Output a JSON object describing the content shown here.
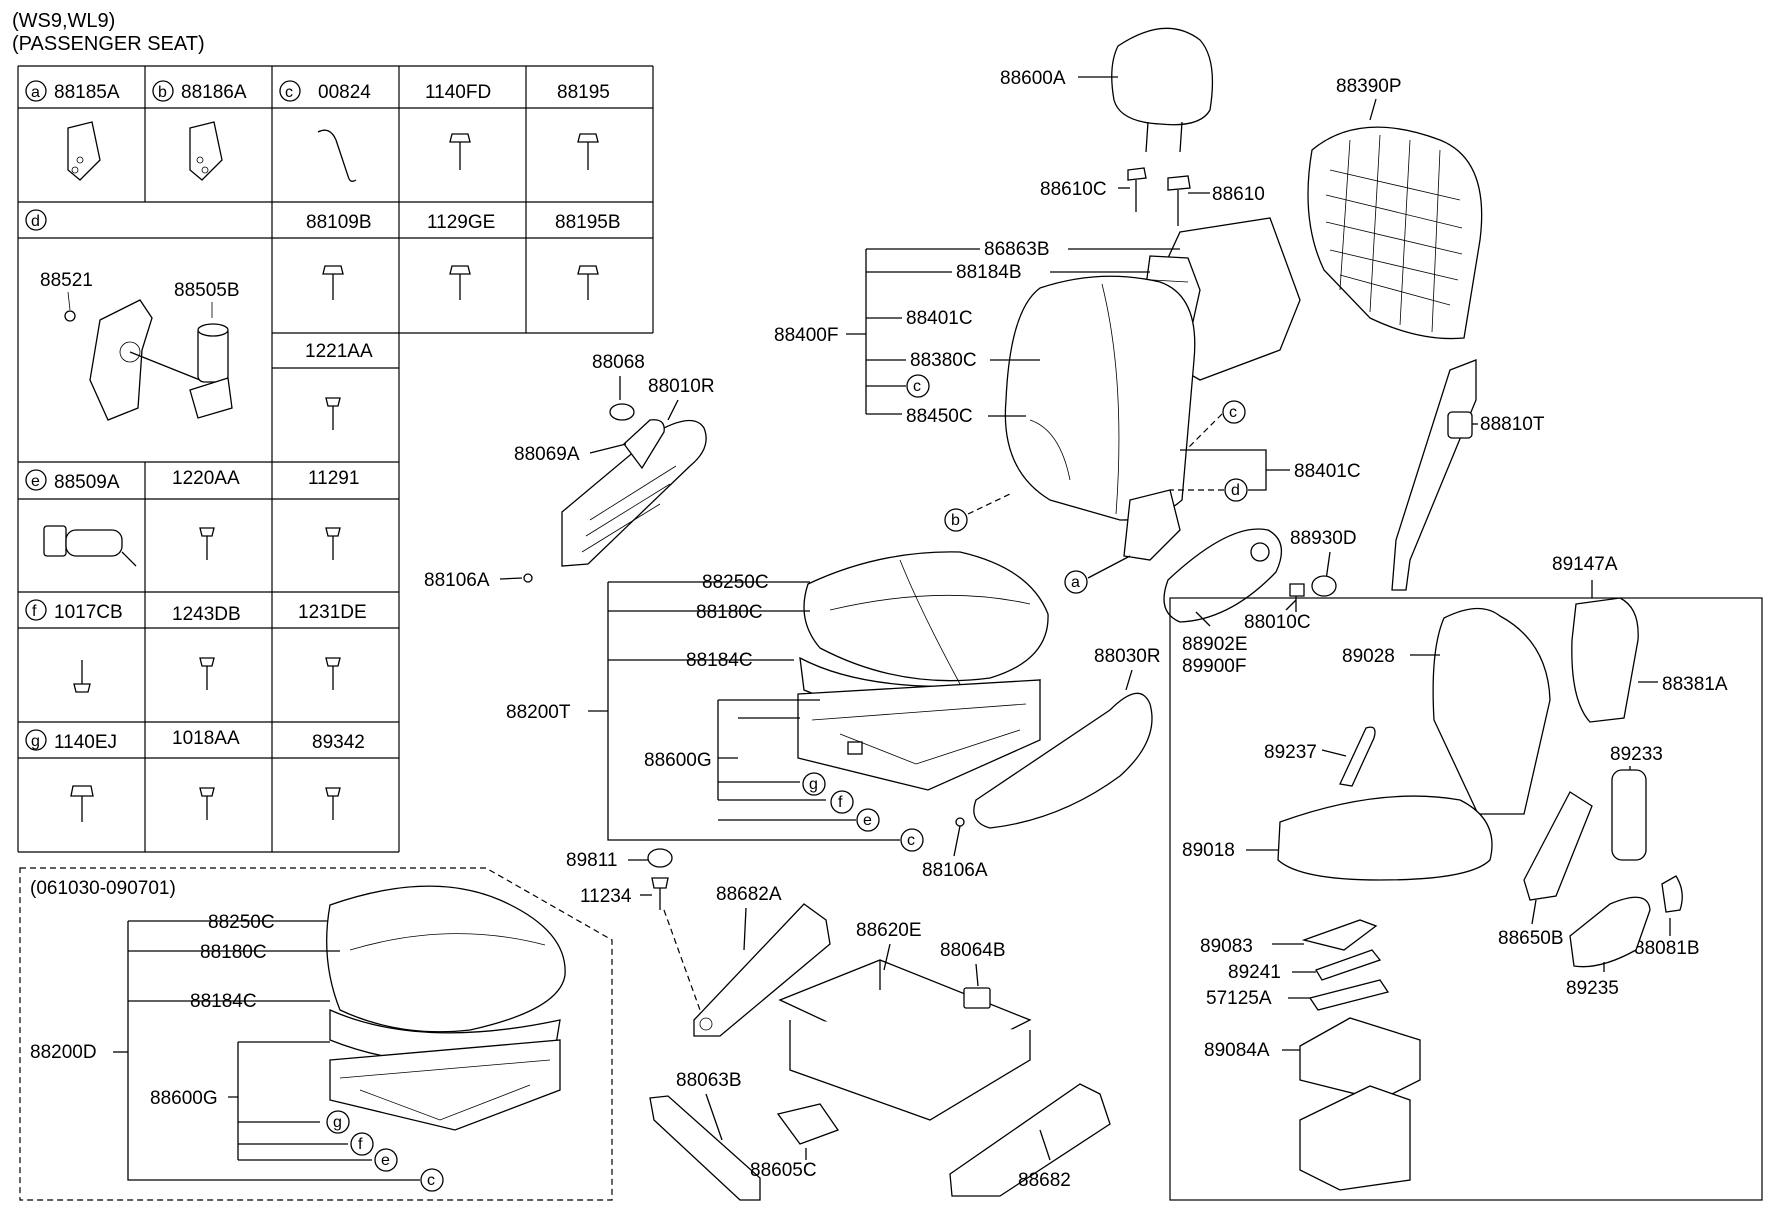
{
  "header": {
    "line1": "(WS9,WL9)",
    "line2": "(PASSENGER SEAT)"
  },
  "table": {
    "r1": [
      {
        "circle": "a",
        "code": "88185A"
      },
      {
        "circle": "b",
        "code": "88186A"
      },
      {
        "circle": "c",
        "code": "00824"
      },
      {
        "circle": "",
        "code": "1140FD"
      },
      {
        "circle": "",
        "code": "88195"
      }
    ],
    "r2": [
      {
        "circle": "d",
        "code": ""
      },
      {
        "circle": "",
        "code": ""
      },
      {
        "circle": "",
        "code": "88109B"
      },
      {
        "circle": "",
        "code": "1129GE"
      },
      {
        "circle": "",
        "code": "88195B"
      }
    ],
    "d_parts": {
      "p1": "88521",
      "p2": "88505B",
      "p3": "1221AA"
    },
    "r3": [
      {
        "circle": "e",
        "code": "88509A"
      },
      {
        "circle": "",
        "code": "1220AA"
      },
      {
        "circle": "",
        "code": "11291"
      }
    ],
    "r4": [
      {
        "circle": "f",
        "code": "1017CB"
      },
      {
        "circle": "",
        "code": "1243DB"
      },
      {
        "circle": "",
        "code": "1231DE"
      }
    ],
    "r5": [
      {
        "circle": "g",
        "code": "1140EJ"
      },
      {
        "circle": "",
        "code": "1018AA"
      },
      {
        "circle": "",
        "code": "89342"
      }
    ]
  },
  "inset": {
    "date": "(061030-090701)",
    "labels": {
      "a": "88250C",
      "b": "88180C",
      "c": "88184C",
      "d": "88200D",
      "e": "88600G"
    },
    "circles": {
      "g": "g",
      "f": "f",
      "e": "e",
      "c": "c"
    }
  },
  "main_labels": {
    "l88600A": "88600A",
    "l88610C": "88610C",
    "l88610": "88610",
    "l88390P": "88390P",
    "l86863B": "86863B",
    "l88184B": "88184B",
    "l88401C_a": "88401C",
    "l88400F": "88400F",
    "l88380C": "88380C",
    "l88450C": "88450C",
    "l88401C_b": "88401C",
    "l88810T": "88810T",
    "l88068": "88068",
    "l88010R": "88010R",
    "l88069A": "88069A",
    "l88106A_a": "88106A",
    "l88250C": "88250C",
    "l88180C": "88180C",
    "l88184C": "88184C",
    "l88200T": "88200T",
    "l88600G": "88600G",
    "l88930D": "88930D",
    "l88010C": "88010C",
    "l88902E": "88902E",
    "l89900F": "89900F",
    "l88030R": "88030R",
    "l88106A_b": "88106A",
    "l89811": "89811",
    "l11234": "11234",
    "l88682A": "88682A",
    "l88620E": "88620E",
    "l88064B": "88064B",
    "l88063B": "88063B",
    "l88605C": "88605C",
    "l88682": "88682"
  },
  "main_circles": {
    "c1": "c",
    "c2": "c",
    "c3": "c",
    "d1": "d",
    "b1": "b",
    "a1": "a",
    "g1": "g",
    "f1": "f",
    "e1": "e",
    "c4": "c"
  },
  "box89147": {
    "title": "89147A",
    "labels": {
      "a": "89028",
      "b": "88381A",
      "c": "89237",
      "d": "89233",
      "e": "89018",
      "f": "89083",
      "g": "89241",
      "h": "57125A",
      "i": "88650B",
      "j": "88081B",
      "k": "89235",
      "l": "89084A"
    }
  }
}
